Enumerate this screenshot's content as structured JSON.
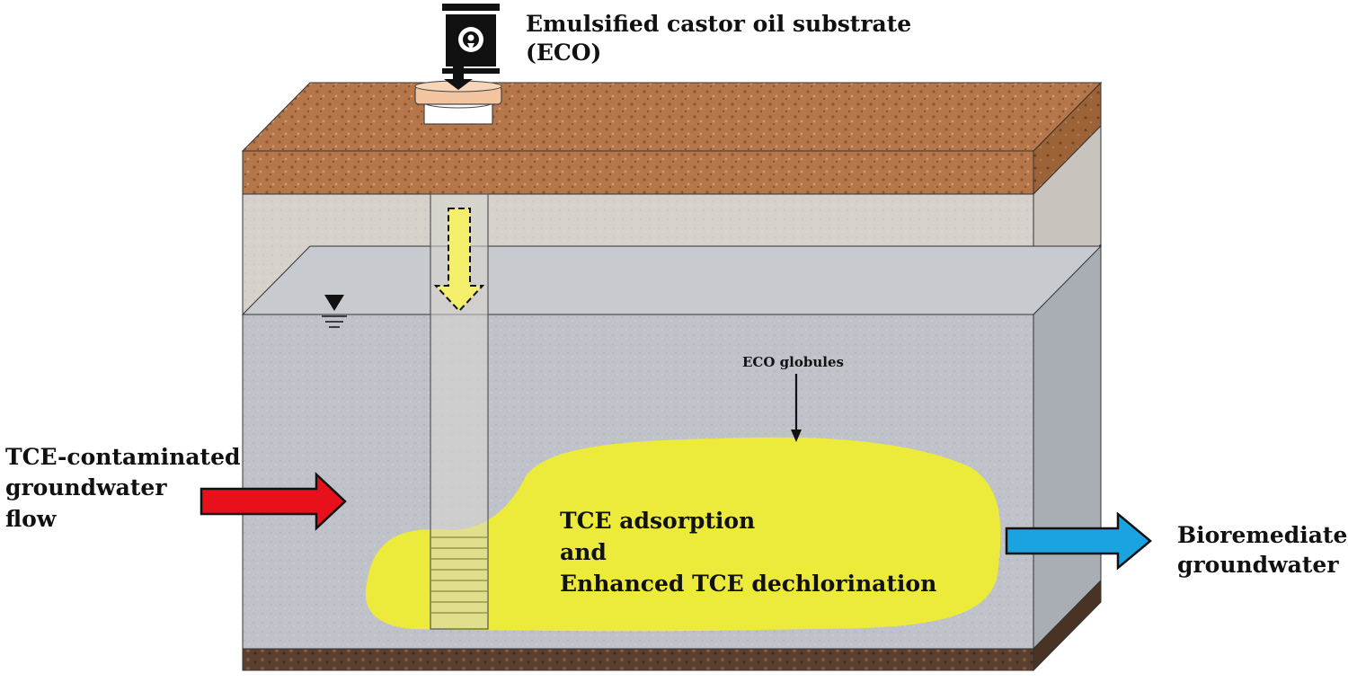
{
  "labels": {
    "substrate_line1": "Emulsified castor oil substrate",
    "substrate_line2": "(ECO)",
    "globules": "ECO globules",
    "inflow_line1": "TCE-contaminated",
    "inflow_line2": "groundwater",
    "inflow_line3": "flow",
    "plume_line1": "TCE adsorption",
    "plume_line2": "and",
    "plume_line3": "Enhanced TCE dechlorination",
    "outflow_line1": "Bioremediated",
    "outflow_line2": "groundwater"
  },
  "colors": {
    "topsoil": "#b5774a",
    "unsaturated_zone": "#d6d1cb",
    "aquifer": "#bfc3c9",
    "bedrock": "#5b4030",
    "eco_plume": "#f0ee2e",
    "inflow_arrow": "#e8101a",
    "outflow_arrow": "#1aa3de"
  },
  "icons": {
    "substrate_container": "barrel-icon",
    "water_table": "water-table-icon"
  }
}
